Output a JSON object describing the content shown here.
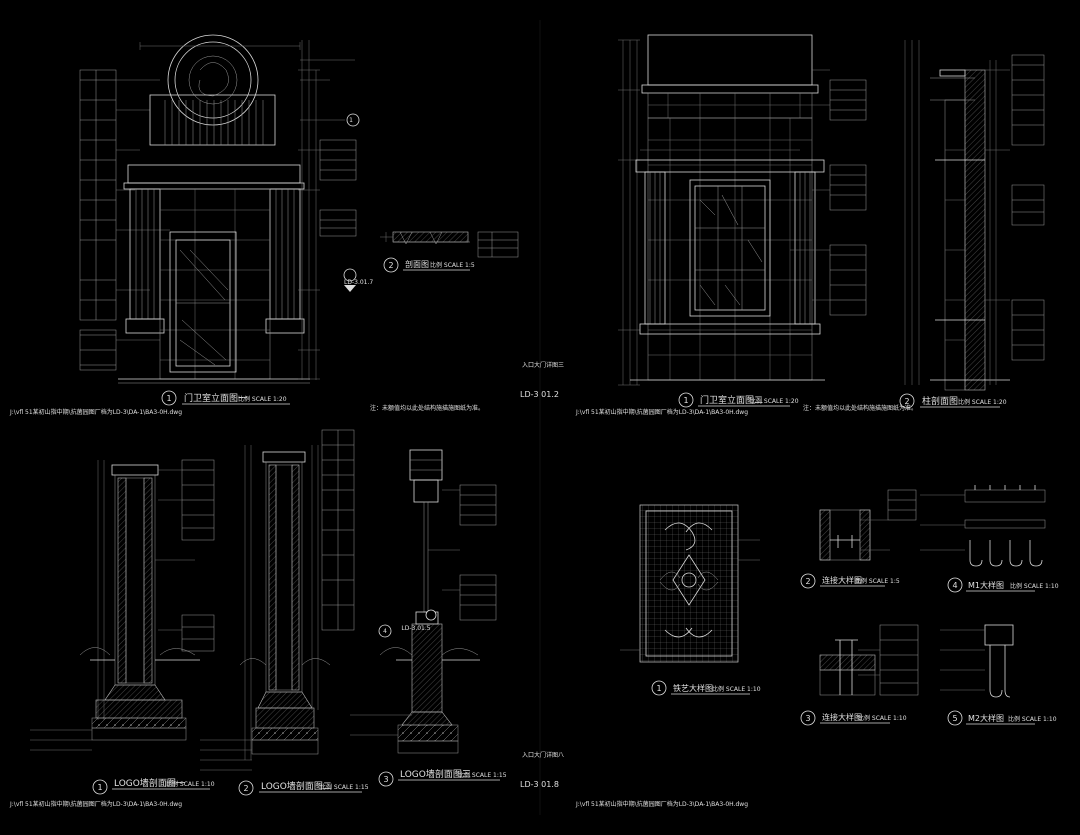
{
  "sheets": [
    {
      "id": "top-left",
      "views": [
        {
          "num": "1",
          "title": "门卫室立面图一",
          "scale": "比例 SCALE 1:20"
        },
        {
          "num": "2",
          "title": "剖面图",
          "scale": "比例 SCALE 1:5"
        }
      ],
      "label": "入口大门详图三",
      "code": "LD-3.01.2",
      "file": "J:\\vfl 51某初山指中期\\抗菌园图厂档为LD-3\\DA-1\\BA3-0H.dwg",
      "note": "注：未额值均以此处结构施描施图纸为准。"
    },
    {
      "id": "top-right",
      "views": [
        {
          "num": "1",
          "title": "门卫室立面图二",
          "scale": "比例 SCALE 1:20"
        },
        {
          "num": "2",
          "title": "柱剖面图",
          "scale": "比例 SCALE 1:20"
        }
      ],
      "file": "J:\\vfl 51某初山指中期\\抗菌园图厂档为LD-3\\DA-1\\BA3-0H.dwg",
      "note": "注：未额值均以此处结构施描施图纸为准。"
    },
    {
      "id": "bottom-left",
      "views": [
        {
          "num": "1",
          "title": "LOGO墙剖面图一",
          "scale": "比例 SCALE 1:10"
        },
        {
          "num": "2",
          "title": "LOGO墙剖面图二",
          "scale": "比例 SCALE 1:15"
        },
        {
          "num": "3",
          "title": "LOGO墙剖面图三",
          "scale": "比例 SCALE 1:15"
        }
      ],
      "label": "入口大门详图八",
      "code": "LD-3.01.8",
      "file": "J:\\vfl 51某初山指中期\\抗菌园图厂档为LD-3\\DA-1\\BA3-0H.dwg"
    },
    {
      "id": "bottom-right",
      "views": [
        {
          "num": "1",
          "title": "铁艺大样图",
          "scale": "比例 SCALE 1:10"
        },
        {
          "num": "2",
          "title": "连接大样图",
          "scale": "比例 SCALE 1:5"
        },
        {
          "num": "3",
          "title": "连接大样图",
          "scale": "比例 SCALE 1:10"
        },
        {
          "num": "4",
          "title": "M1大样图",
          "scale": "比例 SCALE 1:10"
        },
        {
          "num": "5",
          "title": "M2大样图",
          "scale": "比例 SCALE 1:10"
        }
      ],
      "file": "J:\\vfl 51某初山指中期\\抗菌园图厂档为LD-3\\DA-1\\BA3-0H.dwg"
    }
  ],
  "callouts": {
    "ref": "LD-3.01.7",
    "ref2": "LD-3.01.5",
    "mark1": "1",
    "mark2": "2",
    "mark4": "4"
  }
}
